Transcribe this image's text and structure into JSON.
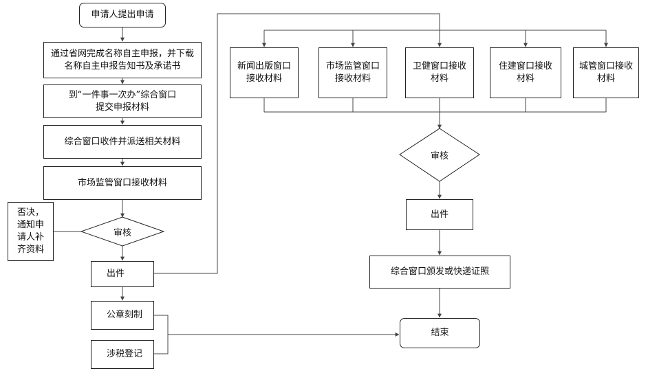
{
  "start": "申请人提出申请",
  "steps": [
    "通过省网完成名称自主申报，并下载名称自主申报告知书及承诺书",
    "到“一件事一次办”综合窗口\n提交申报材料",
    "综合窗口收件并派送相关材料",
    "市场监管窗口接收材料"
  ],
  "reject_note": "否决，\n通知申\n请人补\n齐资料",
  "review_left": "审核",
  "issue_left": "出件",
  "seal": "公章刻制",
  "tax": "涉税登记",
  "windows": [
    "新闻出版窗口\n接收材料",
    "市场监管窗口\n接收材料",
    "卫健窗口接收\n材料",
    "住建窗口接收\n材料",
    "城管窗口接收\n材料"
  ],
  "review_right": "审核",
  "issue_right": "出件",
  "deliver": "综合窗口颁发或快递证照",
  "end": "结束"
}
